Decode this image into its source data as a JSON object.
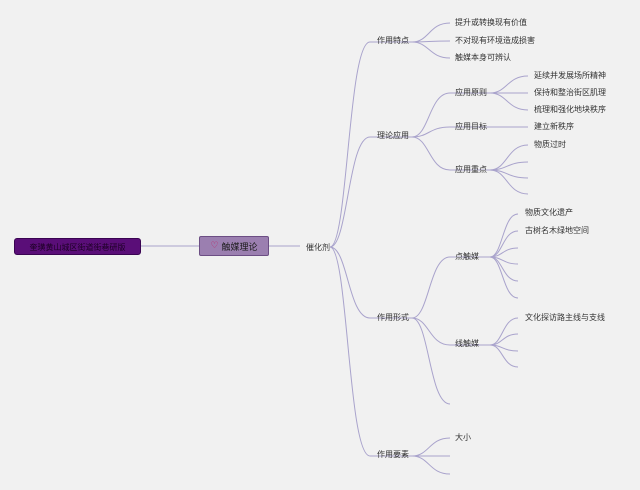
{
  "root": {
    "label": "奎璜黄山城区街道街巷研版"
  },
  "center": {
    "label": "触媒理论",
    "icon": "heart-icon",
    "icon_color": "#c2185b"
  },
  "catalyst": {
    "label": "催化剂"
  },
  "branches": {
    "function_features": {
      "label": "作用特点",
      "items": [
        "提升或转换现有价值",
        "不对现有环境造成损害",
        "触媒本身可辨认"
      ]
    },
    "theory_application": {
      "label": "理论应用",
      "principles": {
        "label": "应用原则",
        "items": [
          "延续并发展场所精神",
          "保持和整治街区肌理",
          "梳理和强化地块秩序"
        ]
      },
      "goals": {
        "label": "应用目标",
        "items": [
          "建立新秩序"
        ]
      },
      "focus": {
        "label": "应用重点",
        "items": [
          "物质过时"
        ]
      }
    },
    "function_forms": {
      "label": "作用形式",
      "point": {
        "label": "点触媒",
        "items": [
          "物质文化遗产",
          "古树名木绿地空间"
        ]
      },
      "line": {
        "label": "线触媒",
        "items": [
          "文化探访路主线与支线"
        ]
      }
    },
    "function_elements": {
      "label": "作用要素",
      "items": [
        "大小"
      ]
    }
  },
  "colors": {
    "connector": "#a9a3cc",
    "background": "#f1f1f1",
    "root_fill": "#5a0e78",
    "center_fill": "#9b7fb0"
  }
}
